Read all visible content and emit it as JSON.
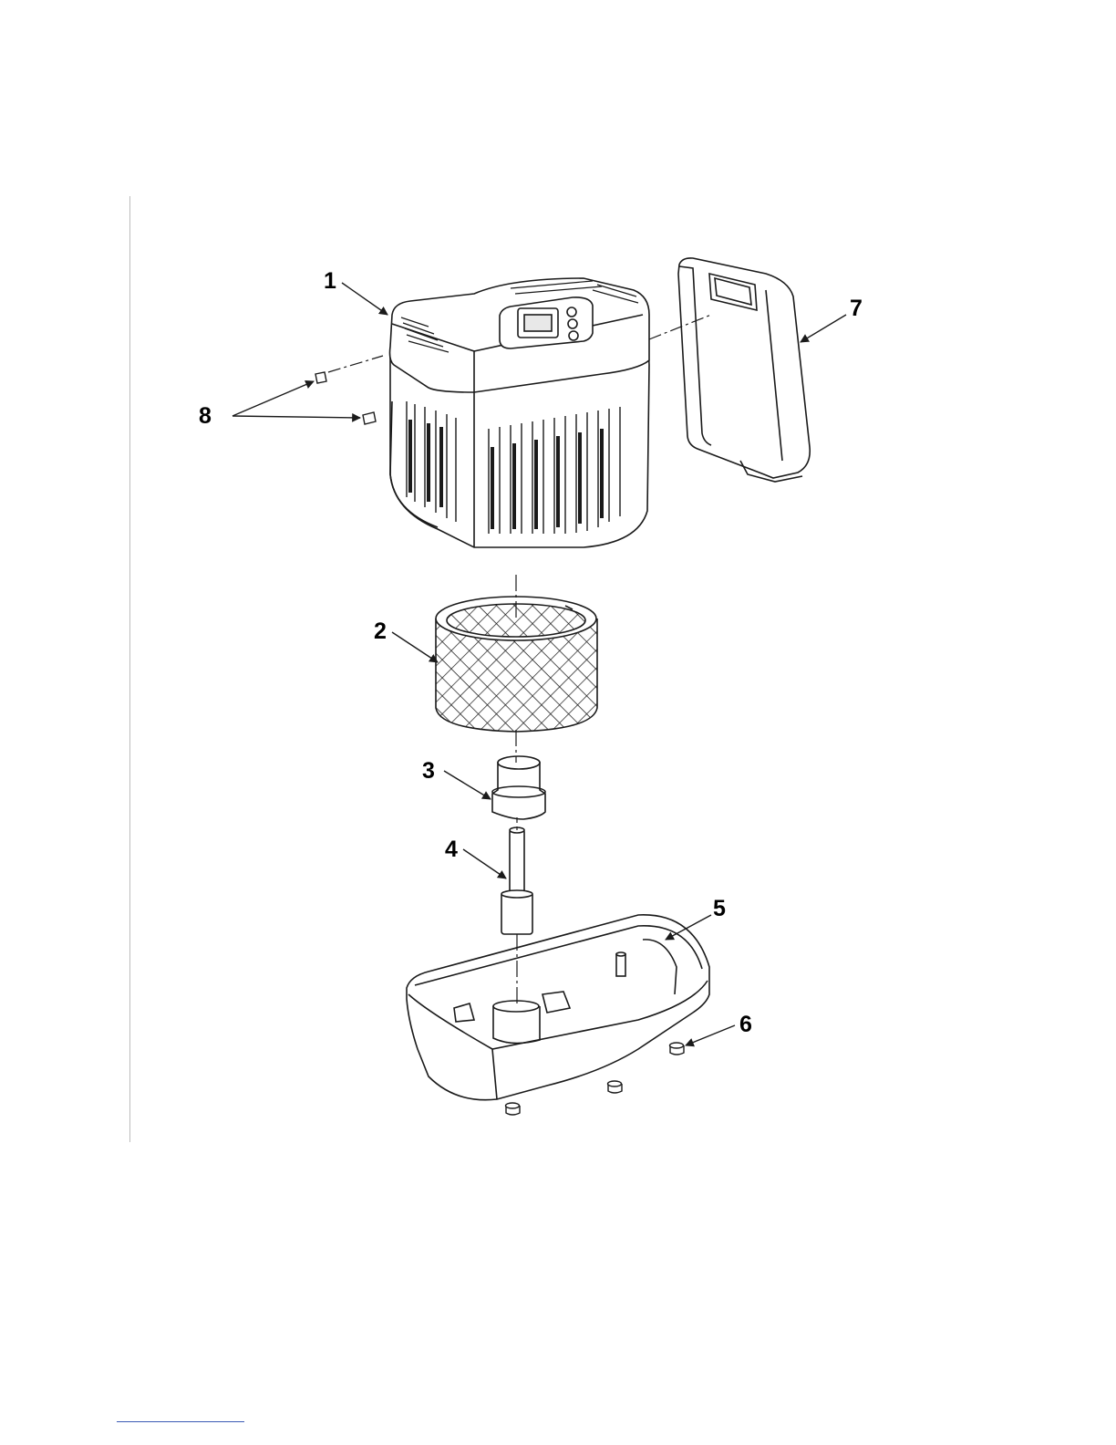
{
  "figure": {
    "title": "",
    "parts": [
      {
        "number": "1",
        "name": "upper-housing"
      },
      {
        "number": "2",
        "name": "wick-filter"
      },
      {
        "number": "3",
        "name": "float"
      },
      {
        "number": "4",
        "name": "float-rod"
      },
      {
        "number": "5",
        "name": "base-tray"
      },
      {
        "number": "6",
        "name": "feet"
      },
      {
        "number": "7",
        "name": "water-bottle"
      },
      {
        "number": "8",
        "name": "caps"
      }
    ]
  },
  "colors": {
    "line": "#1a1a1a",
    "rule": "#bdbdbd",
    "footer_rule": "#3b5bb5"
  }
}
